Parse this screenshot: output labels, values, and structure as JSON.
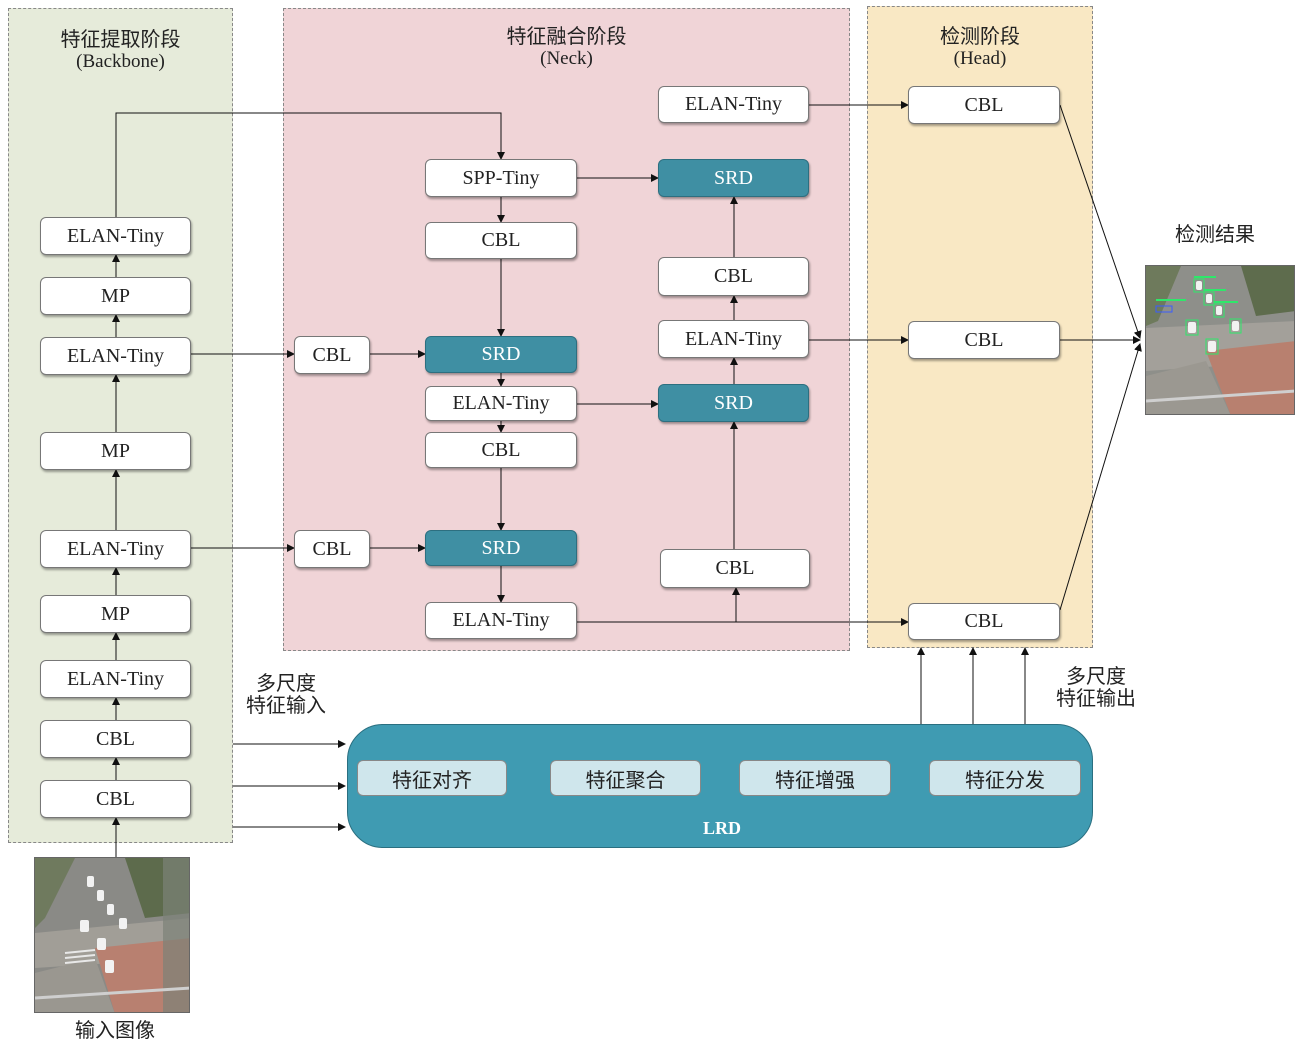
{
  "regions": {
    "backbone": {
      "title": "特征提取阶段",
      "subtitle": "(Backbone)"
    },
    "neck": {
      "title": "特征融合阶段",
      "subtitle": "(Neck)"
    },
    "head": {
      "title": "检测阶段",
      "subtitle": "(Head)"
    }
  },
  "backbone_nodes": [
    "ELAN-Tiny",
    "MP",
    "ELAN-Tiny",
    "MP",
    "ELAN-Tiny",
    "MP",
    "ELAN-Tiny",
    "CBL",
    "CBL"
  ],
  "neck_nodes": {
    "cbl_left_1": "CBL",
    "cbl_left_2": "CBL",
    "spp": "SPP-Tiny",
    "col_cbl_1": "CBL",
    "srd_1": "SRD",
    "elan_1": "ELAN-Tiny",
    "col_cbl_2": "CBL",
    "srd_2": "SRD",
    "elan_2": "ELAN-Tiny",
    "right_elan_top": "ELAN-Tiny",
    "right_srd_top": "SRD",
    "right_cbl_1": "CBL",
    "right_elan_mid": "ELAN-Tiny",
    "right_srd_mid": "SRD",
    "right_cbl_bottom": "CBL"
  },
  "head_nodes": [
    "CBL",
    "CBL",
    "CBL"
  ],
  "lrd": {
    "label": "LRD",
    "steps": [
      "特征对齐",
      "特征聚合",
      "特征增强",
      "特征分发"
    ]
  },
  "labels": {
    "multi_input_1": "多尺度",
    "multi_input_2": "特征输入",
    "multi_output_1": "多尺度",
    "multi_output_2": "特征输出",
    "input_image": "输入图像",
    "detection_result": "检测结果"
  },
  "colors": {
    "backbone_bg": "#e6ebda",
    "neck_bg": "#f0d4d7",
    "head_bg": "#f9e8c4",
    "srd": "#3f8fa3",
    "lrd": "#3f9bb2",
    "lrd_step": "#cfe6ec"
  }
}
